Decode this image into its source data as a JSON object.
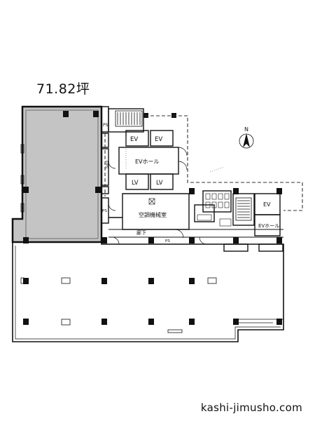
{
  "area_label": "71.82坪",
  "site_label": "kashi-jimusho.com",
  "compass": {
    "letter": "N"
  },
  "rooms": {
    "ev_1": "EV",
    "ev_2": "EV",
    "ev_hall": "EVホール",
    "lv_1": "LV",
    "lv_2": "LV",
    "ac_room": "空調機械室",
    "corridor": "廊下",
    "ps_top": "PS",
    "eps": "EPS",
    "ps_side": "PS",
    "ps_corridor": "PS",
    "ev_right": "EV",
    "ev_hall_right": "EVホール"
  },
  "colors": {
    "leased_area": "#c4c4c4",
    "wall": "#111111",
    "dashed": "#333333"
  }
}
